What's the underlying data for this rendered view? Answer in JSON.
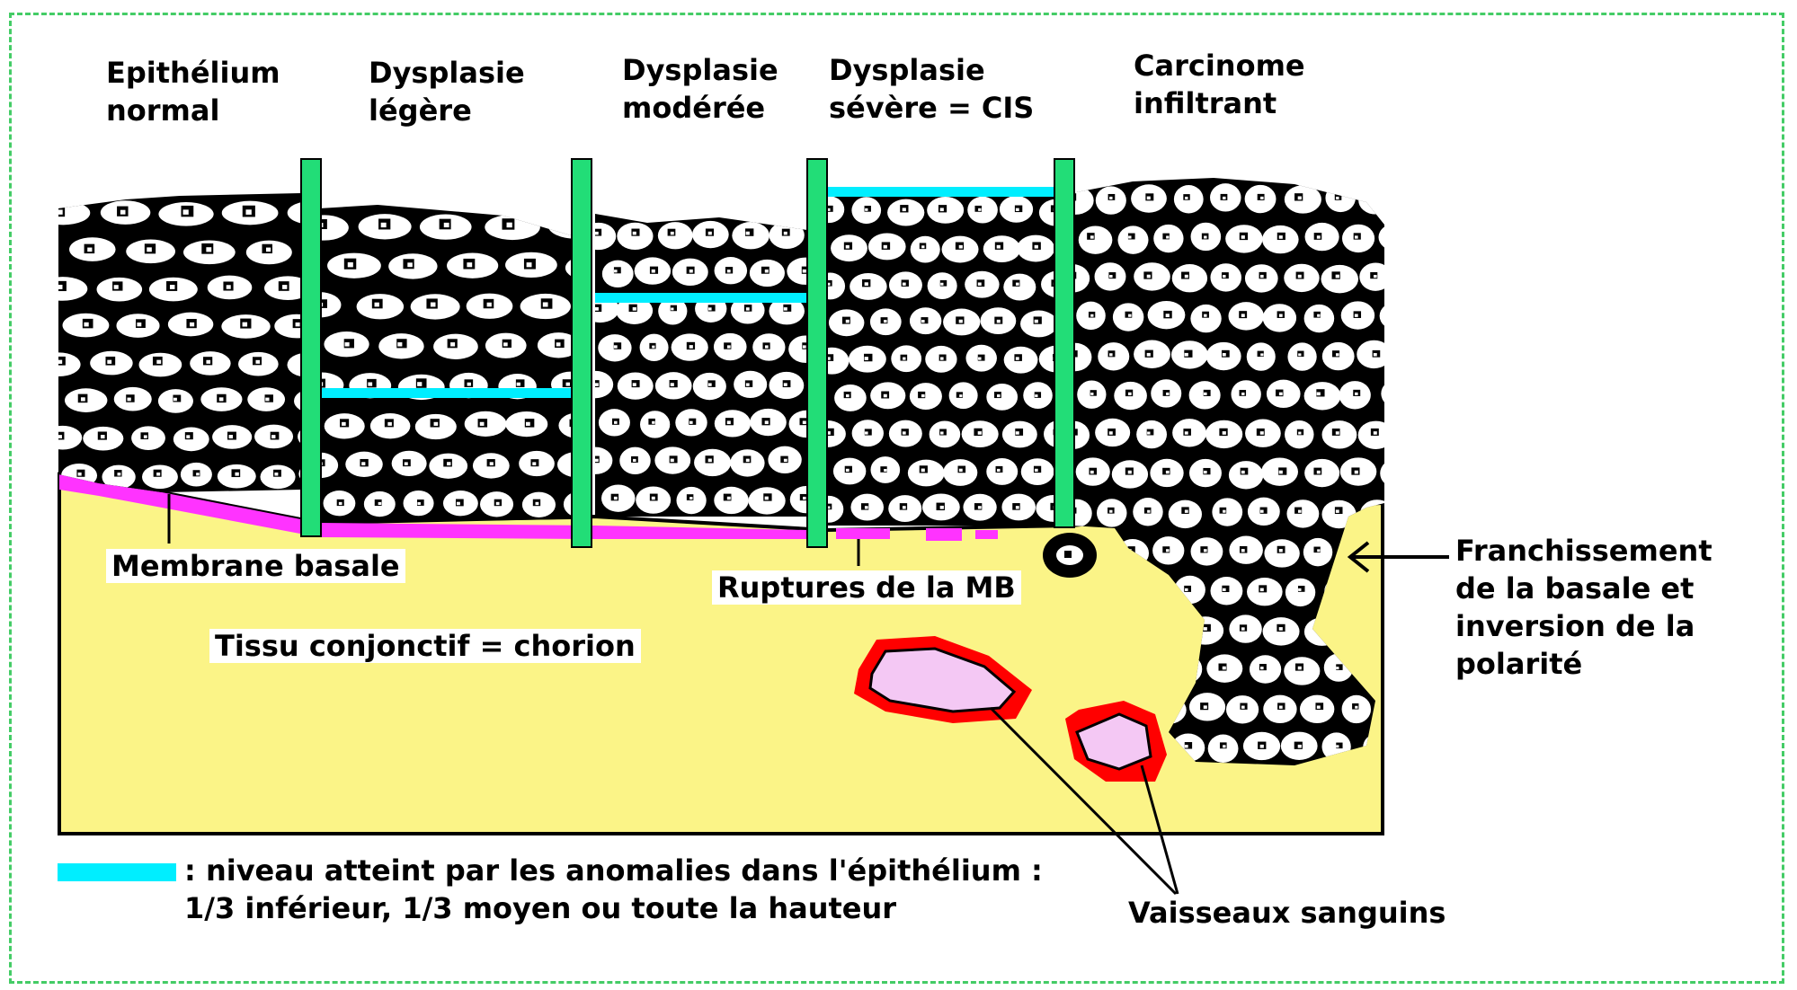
{
  "stages": [
    {
      "line1": "Epithélium",
      "line2": "normal"
    },
    {
      "line1": "Dysplasie",
      "line2": "légère"
    },
    {
      "line1": "Dysplasie",
      "line2": "modérée"
    },
    {
      "line1": "Dysplasie",
      "line2": "sévère = CIS"
    },
    {
      "line1": "Carcinome",
      "line2": "infiltrant"
    }
  ],
  "labels": {
    "membrane": "Membrane basale",
    "ruptures": "Ruptures de la MB",
    "tissu": "Tissu conjonctif = chorion",
    "franchissement": [
      "Franchissement",
      "de la basale et",
      "inversion de la",
      "polarité"
    ],
    "vaisseaux": "Vaisseaux sanguins"
  },
  "legend": {
    "line1": ": niveau atteint par les anomalies dans l'épithélium :",
    "line2": "1/3 inférieur, 1/3 moyen ou toute la hauteur"
  },
  "colors": {
    "cyan_level": "#00eeff",
    "green_divider": "#22dd77",
    "membrane": "#ff33ff",
    "chorion": "#fbf487",
    "vessel_wall": "#ff0000",
    "vessel_lumen": "#f4c8f4",
    "frame_dash": "#44cc66"
  }
}
